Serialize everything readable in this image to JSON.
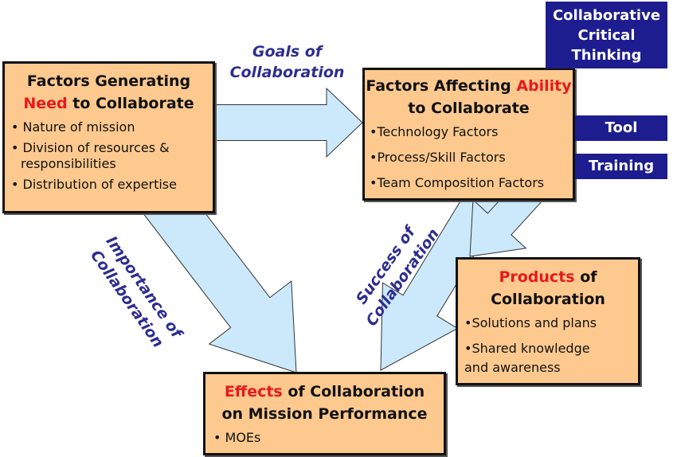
{
  "colors": {
    "box_fill": "#fdc98f",
    "arrow_fill": "#cbe9fb",
    "label": "#2d2d90",
    "navy": "#1d1d8f",
    "highlight": "#e8191c"
  },
  "need_box": {
    "title_a": "Factors Generating",
    "title_red": "Need",
    "title_b": " to Collaborate",
    "items": [
      "Nature of mission",
      "Division of resources & responsibilities",
      "Distribution of expertise"
    ]
  },
  "ability_box": {
    "title_a": "Factors Affecting ",
    "title_red": "Ability",
    "title_b": "to Collaborate",
    "items": [
      "Technology Factors",
      "Process/Skill Factors",
      "Team Composition Factors"
    ]
  },
  "products_box": {
    "title_red": "Products",
    "title_a": " of",
    "title_b": "Collaboration",
    "items": [
      "Solutions and plans",
      "Shared knowledge and awareness"
    ]
  },
  "effects_box": {
    "title_red": "Effects",
    "title_a": " of Collaboration",
    "title_b": "on Mission Performance",
    "items": [
      "MOEs"
    ]
  },
  "labels": {
    "goals": [
      "Goals of",
      "Collaboration"
    ],
    "importance": [
      "Importance of",
      "Collaboration"
    ],
    "success": [
      "Success of",
      "Collaboration"
    ]
  },
  "callouts": {
    "critical": [
      "Collaborative",
      "Critical",
      "Thinking"
    ],
    "tool": "Tool",
    "training": "Training"
  }
}
